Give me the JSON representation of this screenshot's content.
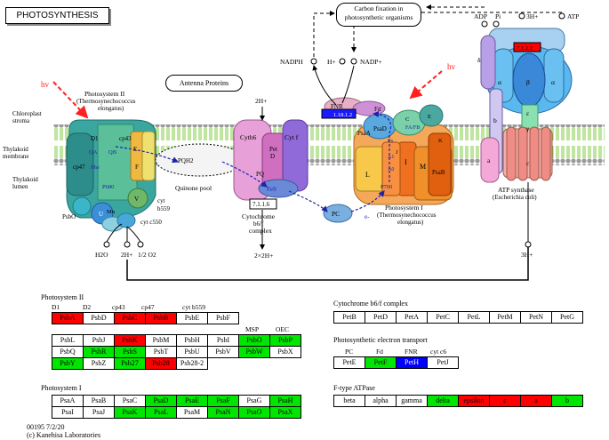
{
  "title": "PHOTOSYNTHESIS",
  "colors": {
    "red": "#ff0000",
    "green": "#00e600",
    "blue": "#0000ff",
    "white": "#ffffff"
  },
  "diagram": {
    "antenna": "Antenna Proteins",
    "carbon": [
      "Carbon fixation in",
      "photosynthetic organisms"
    ],
    "hv": "hv",
    "stroma": [
      "Chloroplast",
      "stroma"
    ],
    "membrane": [
      "Thylakoid",
      "membrane"
    ],
    "lumen": [
      "Thylakoid",
      "lumen"
    ],
    "ps2_title": [
      "Photosystem II",
      "(Thermosynechococcus",
      "elongatus)"
    ],
    "ps1_title": [
      "Photosystem I",
      "(Thermosynechococcus",
      "elongatus)"
    ],
    "cyt_title": [
      "Cytochrome",
      "b6/f",
      "complex"
    ],
    "atp_title": [
      "ATP synthase",
      "(Escherichia coli)"
    ],
    "quinone_pool": "Quinone pool",
    "ec_box": "7.1.1.6",
    "atp_ec_box": "7.1.2.2",
    "nadph": "NADPH",
    "hplus": "H+",
    "nadp": "NADP+",
    "adp": "ADP",
    "pi": "Pi",
    "h3": "3H+",
    "atp": "ATP",
    "twoh": "2H+",
    "twoh2": "2×2H+",
    "threeh": "3H+",
    "h2o": "H2O",
    "twoh_bottom": "2H+",
    "o2": "1/2 O2",
    "cyt_b559": [
      "cyt",
      "b559"
    ],
    "cyt_c550": "cyt c550",
    "mn": "Mn",
    "psbo": "PsbO",
    "u": "U",
    "v": "V",
    "pc": "PC",
    "eminus": "e-",
    "fnr": "FNR",
    "fd": "Fd",
    "psad": "PsaD",
    "psaa": "PsaA",
    "psab": "PsaB",
    "cytb6": "Cytb6",
    "cytf": "Cyt f",
    "petd": [
      "Pet",
      "D"
    ],
    "fes": "FeS",
    "pq": "PQ",
    "pqh2": "PQH2",
    "p680": "P680",
    "p700": "P700",
    "a0": "A0",
    "a1": "A1",
    "fx": "Fx",
    "fafb": "FA/FB",
    "qa": "QA",
    "qb": "QB",
    "pheo": "Phe",
    "d1": "D1",
    "d2": "D2",
    "cp43": "cp43",
    "cp47": "cp47",
    "e_letter": "E",
    "f_letter": "F",
    "c_letter": "C",
    "l_letter": "L",
    "i_letter": "I",
    "m_letter": "M",
    "j_letter": "J",
    "k_letter": "K",
    "delta": "δ",
    "alpha": "α",
    "beta": "β",
    "gamma": "γ",
    "epsilon": "ε",
    "b": "b",
    "a": "a",
    "c": "c"
  },
  "legend": {
    "ps2": {
      "title": "Photosystem II",
      "cols": [
        "D1",
        "D2",
        "cp43",
        "cp47",
        "cyt b559"
      ],
      "row1": [
        {
          "name": "PsbA",
          "color": "red"
        },
        {
          "name": "PsbD",
          "color": "white"
        },
        {
          "name": "PsbC",
          "color": "red"
        },
        {
          "name": "PsbB",
          "color": "red"
        },
        {
          "name": "PsbE",
          "color": "white"
        },
        {
          "name": "PsbF",
          "color": "white"
        }
      ],
      "extra_cols": [
        "MSP",
        "OEC"
      ],
      "grid": [
        {
          "name": "PsbL",
          "color": "white"
        },
        {
          "name": "PsbJ",
          "color": "white"
        },
        {
          "name": "PsbK",
          "color": "red"
        },
        {
          "name": "PsbM",
          "color": "white"
        },
        {
          "name": "PsbH",
          "color": "white"
        },
        {
          "name": "PsbI",
          "color": "white"
        },
        {
          "name": "PsbO",
          "color": "green"
        },
        {
          "name": "PsbP",
          "color": "green"
        },
        {
          "name": "PsbQ",
          "color": "white"
        },
        {
          "name": "PsbR",
          "color": "green"
        },
        {
          "name": "PsbS",
          "color": "green"
        },
        {
          "name": "PsbT",
          "color": "white"
        },
        {
          "name": "PsbU",
          "color": "white"
        },
        {
          "name": "PsbV",
          "color": "white"
        },
        {
          "name": "PsbW",
          "color": "green"
        },
        {
          "name": "PsbX",
          "color": "white"
        },
        {
          "name": "PsbY",
          "color": "green"
        },
        {
          "name": "PsbZ",
          "color": "white"
        },
        {
          "name": "Psb27",
          "color": "green"
        },
        {
          "name": "Psb28",
          "color": "red"
        },
        {
          "name": "Psb28-2",
          "color": "white"
        }
      ]
    },
    "ps1": {
      "title": "Photosystem I",
      "grid": [
        {
          "name": "PsaA",
          "color": "white"
        },
        {
          "name": "PsaB",
          "color": "white"
        },
        {
          "name": "PsaC",
          "color": "white"
        },
        {
          "name": "PsaD",
          "color": "green"
        },
        {
          "name": "PsaE",
          "color": "green"
        },
        {
          "name": "PsaF",
          "color": "green"
        },
        {
          "name": "PsaG",
          "color": "white"
        },
        {
          "name": "PsaH",
          "color": "green"
        },
        {
          "name": "PsaI",
          "color": "white"
        },
        {
          "name": "PsaJ",
          "color": "white"
        },
        {
          "name": "PsaK",
          "color": "green"
        },
        {
          "name": "PsaL",
          "color": "green"
        },
        {
          "name": "PsaM",
          "color": "white"
        },
        {
          "name": "PsaN",
          "color": "green"
        },
        {
          "name": "PsaO",
          "color": "green"
        },
        {
          "name": "PsaX",
          "color": "green"
        }
      ]
    },
    "cyt": {
      "title": "Cytochrome b6/f complex",
      "grid": [
        {
          "name": "PetB",
          "color": "white"
        },
        {
          "name": "PetD",
          "color": "white"
        },
        {
          "name": "PetA",
          "color": "white"
        },
        {
          "name": "PetC",
          "color": "white"
        },
        {
          "name": "PetL",
          "color": "white"
        },
        {
          "name": "PetM",
          "color": "white"
        },
        {
          "name": "PetN",
          "color": "white"
        },
        {
          "name": "PetG",
          "color": "white"
        }
      ]
    },
    "pet": {
      "title": "Photosynthetic electron transport",
      "cols": [
        "PC",
        "Fd",
        "FNR",
        "cyt c6"
      ],
      "grid": [
        {
          "name": "PetE",
          "color": "white"
        },
        {
          "name": "PetF",
          "color": "green"
        },
        {
          "name": "PetH",
          "color": "blue"
        },
        {
          "name": "PetJ",
          "color": "white"
        }
      ]
    },
    "atp": {
      "title": "F-type ATPase",
      "grid": [
        {
          "name": "beta",
          "color": "white"
        },
        {
          "name": "alpha",
          "color": "white"
        },
        {
          "name": "gamma",
          "color": "white"
        },
        {
          "name": "delta",
          "color": "green"
        },
        {
          "name": "epsilon",
          "color": "red"
        },
        {
          "name": "c",
          "color": "red"
        },
        {
          "name": "a",
          "color": "red"
        },
        {
          "name": "b",
          "color": "green"
        }
      ]
    }
  },
  "footer": {
    "line1": "00195 7/2/20",
    "line2": "(c) Kanehisa Laboratories"
  }
}
